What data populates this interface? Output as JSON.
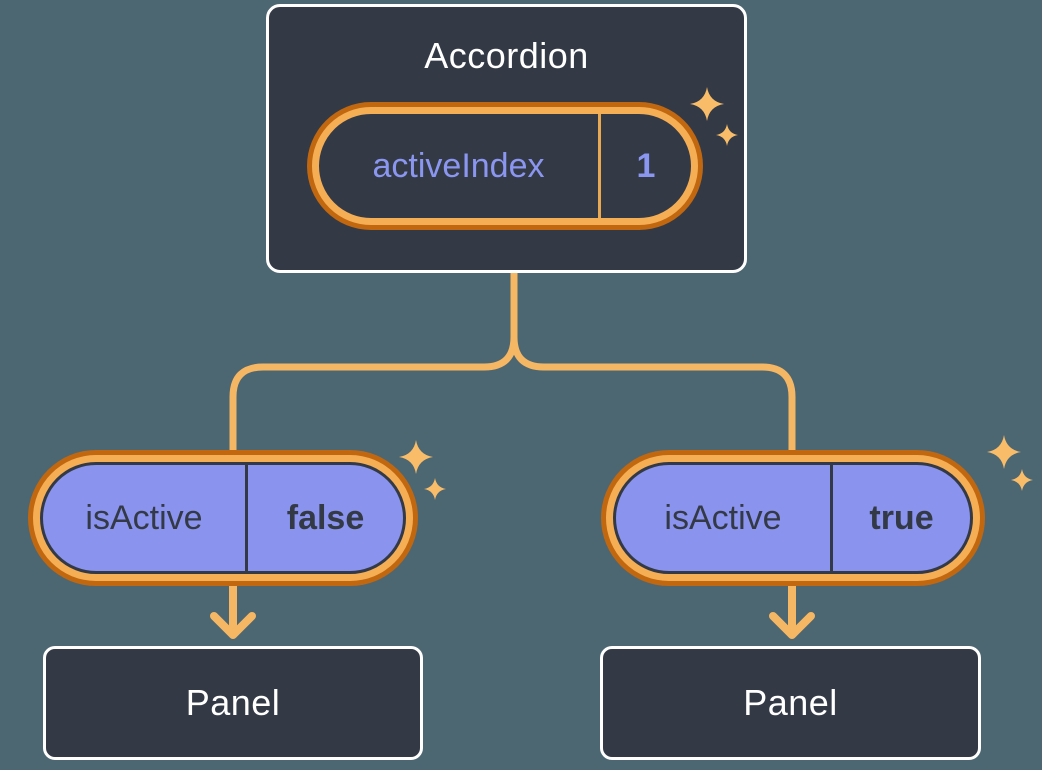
{
  "diagram": {
    "root": {
      "title": "Accordion",
      "state": {
        "name": "activeIndex",
        "value": "1"
      }
    },
    "branches": [
      {
        "prop": {
          "name": "isActive",
          "value": "false"
        },
        "child": {
          "title": "Panel"
        }
      },
      {
        "prop": {
          "name": "isActive",
          "value": "true"
        },
        "child": {
          "title": "Panel"
        }
      }
    ]
  },
  "icons": {
    "sparkles": "four-point-star ✦ pair (large + small)"
  },
  "colors": {
    "canvas_bg": "#4D6772",
    "node_bg": "#333A46",
    "node_border": "#FFFFFF",
    "node_text": "#FFFFFF",
    "pill_purple": "#8A93EE",
    "pill_text": "#333A46",
    "state_text": "#8B96F0",
    "ring_light": "#F6AE55",
    "ring_dark": "#C1670F",
    "line_orange": "#F5B763",
    "sparkle": "#F9BD69",
    "divider": "#E9A852"
  }
}
